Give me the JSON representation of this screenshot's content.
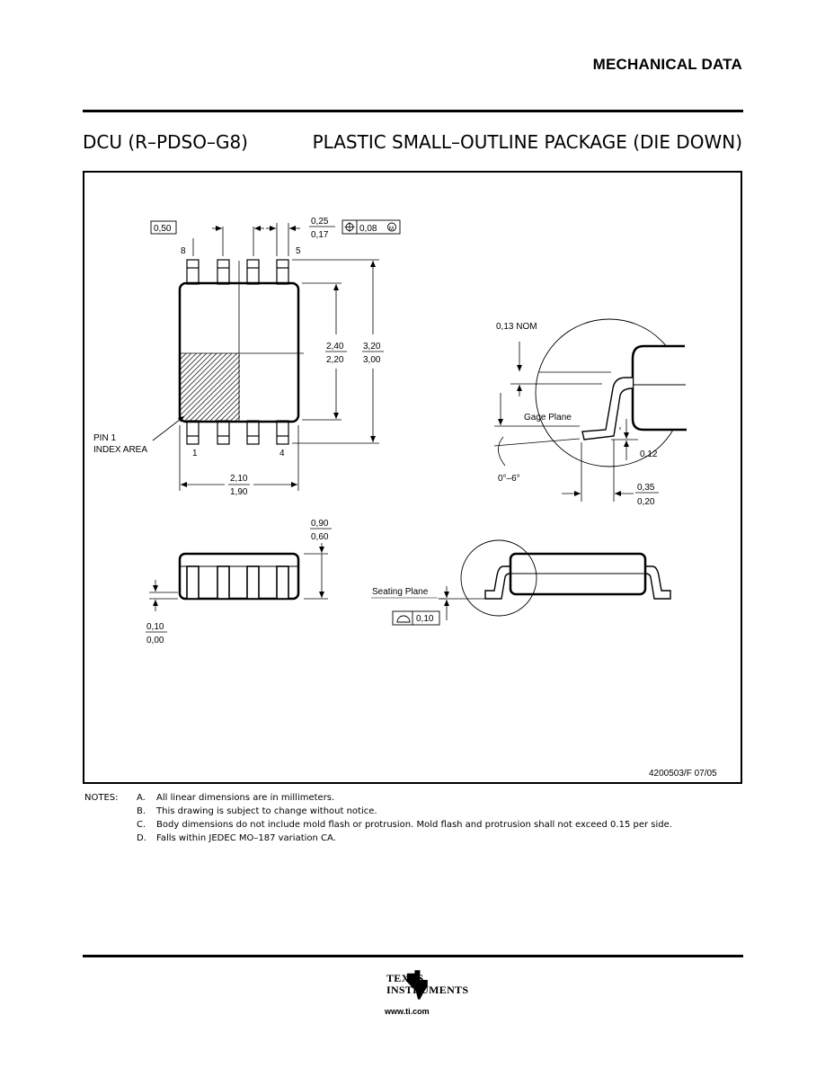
{
  "header": {
    "section": "MECHANICAL DATA"
  },
  "package": {
    "id": "DCU (R–PDSO–G8)",
    "title": "PLASTIC SMALL–OUTLINE PACKAGE (DIE DOWN)"
  },
  "drawing": {
    "pin_pitch": "0,50",
    "lead_width_max": "0,25",
    "lead_width_min": "0,17",
    "position_tol": "0,08",
    "pin8": "8",
    "pin5": "5",
    "pin1": "1",
    "pin4": "4",
    "body_len_max": "2,40",
    "body_len_min": "2,20",
    "total_len_max": "3,20",
    "total_len_min": "3,00",
    "body_wid_max": "2,10",
    "body_wid_min": "1,90",
    "pin1_label_1": "PIN 1",
    "pin1_label_2": "INDEX AREA",
    "nom_label": "0,13 NOM",
    "gage_plane": "Gage Plane",
    "gage_dim": "0,12",
    "angle": "0°–6°",
    "foot_max": "0,35",
    "foot_min": "0,20",
    "height_max": "0,90",
    "height_min": "0,60",
    "standoff_max": "0,10",
    "standoff_min": "0,00",
    "seating_plane": "Seating Plane",
    "coplanarity": "0,10",
    "drawing_no": "4200503/F 07/05"
  },
  "notes": {
    "label": "NOTES:",
    "items": [
      {
        "letter": "A.",
        "text": "All linear dimensions are in millimeters."
      },
      {
        "letter": "B.",
        "text": "This drawing is subject to change without notice."
      },
      {
        "letter": "C.",
        "text": "Body dimensions do not include mold flash or protrusion. Mold flash and protrusion shall not exceed 0.15 per side."
      },
      {
        "letter": "D.",
        "text": "Falls within JEDEC MO–187 variation CA."
      }
    ]
  },
  "footer": {
    "brand_line1": "TEXAS",
    "brand_line2": "INSTRUMENTS",
    "url": "www.ti.com"
  }
}
